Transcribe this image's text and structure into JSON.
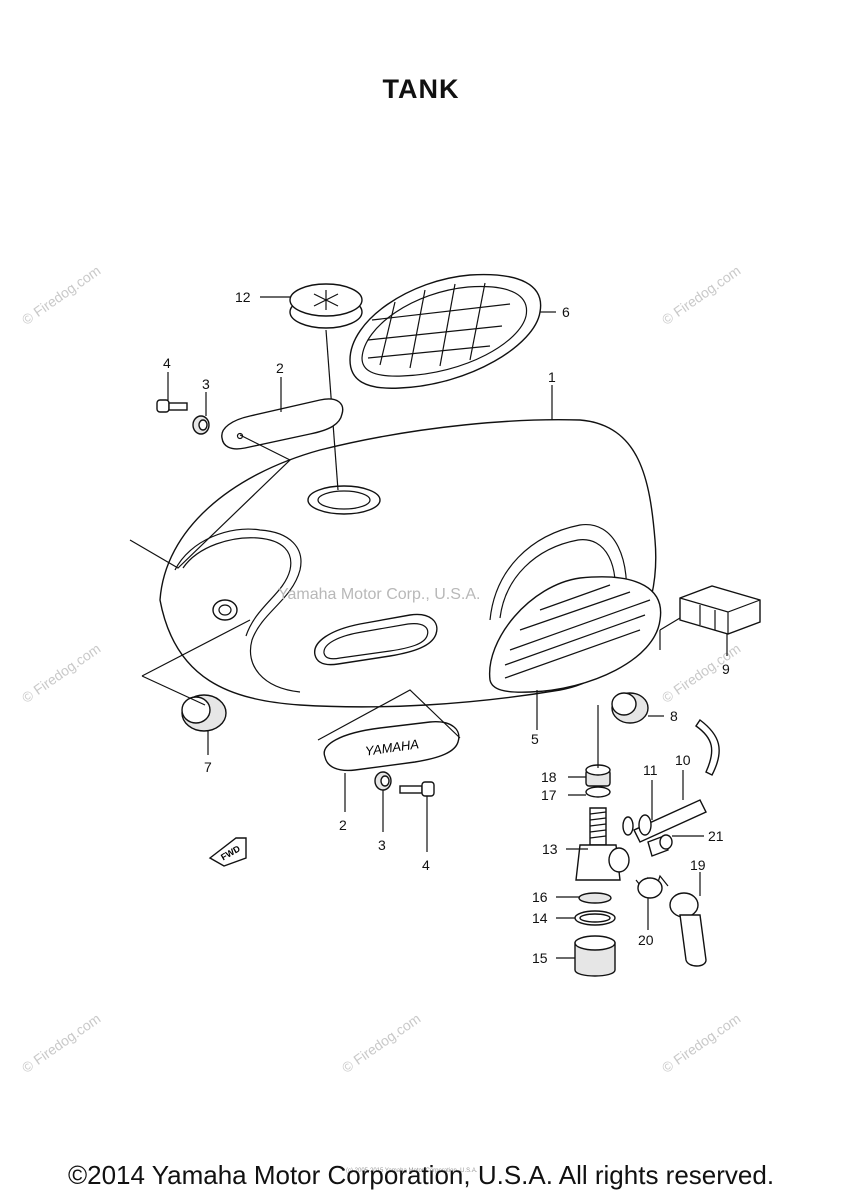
{
  "title": "TANK",
  "copyright": "©2014 Yamaha Motor Corporation, U.S.A. All rights reserved.",
  "watermark_center": "Yamaha Motor Corp., U.S.A.",
  "watermark_corner": "© Firedog.com",
  "footer_small": "(c) 2005-2015 Yamaha Motor Corporation, U.S.A.",
  "fwd_mark": "FWD",
  "emblem_text": "YAMAHA",
  "callouts": [
    "1",
    "2",
    "2",
    "3",
    "3",
    "4",
    "4",
    "5",
    "6",
    "7",
    "8",
    "9",
    "10",
    "11",
    "12",
    "13",
    "14",
    "15",
    "16",
    "17",
    "18",
    "19",
    "20",
    "21"
  ]
}
